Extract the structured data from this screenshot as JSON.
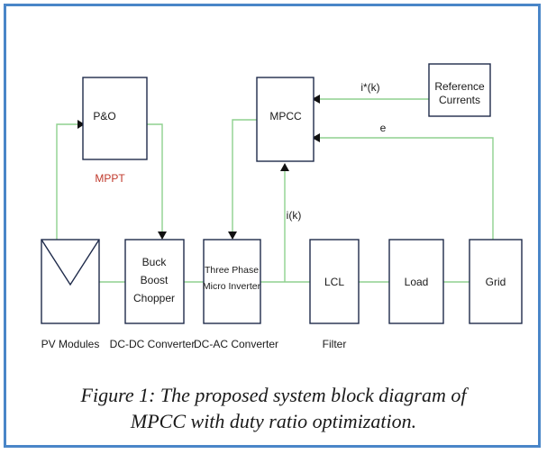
{
  "blocks": {
    "po": "P&O",
    "mpcc": "MPCC",
    "reference_currents_1": "Reference",
    "reference_currents_2": "Currents",
    "buck_1": "Buck",
    "buck_2": "Boost",
    "buck_3": "Chopper",
    "inverter_1": "Three Phase",
    "inverter_2": "Micro Inverter",
    "lcl": "LCL",
    "load": "Load",
    "grid": "Grid"
  },
  "labels": {
    "mppt": "MPPT",
    "ref_signal": "i*(k)",
    "error_signal": "e",
    "meas_signal": "i(k)",
    "pv_modules": "PV Modules",
    "dc_dc": "DC-DC Converter",
    "dc_ac": "DC-AC Converter",
    "filter": "Filter"
  },
  "caption": {
    "line1": "Figure 1: The proposed system block diagram of",
    "line2": "MPCC with duty ratio optimization."
  },
  "colors": {
    "border": "#4a86c8",
    "wire": "#8fd18f",
    "box_stroke": "#1e2a4a",
    "mppt_text": "#c0392b"
  }
}
